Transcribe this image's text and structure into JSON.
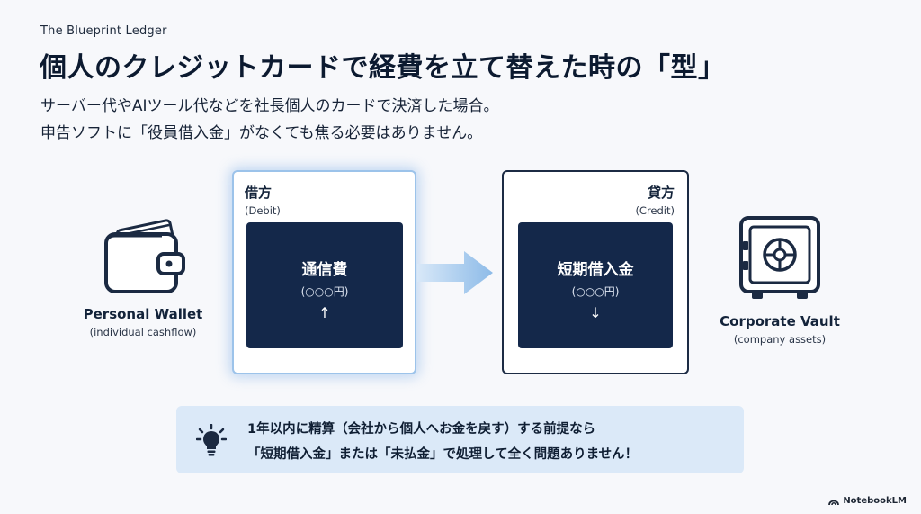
{
  "brand": "The Blueprint Ledger",
  "title": "個人のクレジットカードで経費を立て替えた時の「型」",
  "subtitle": {
    "line1": "サーバー代やAIツール代などを社長個人のカードで決済した場合。",
    "line2": "申告ソフトに「役員借入金」がなくても焦る必要はありません。"
  },
  "wallet": {
    "label": "Personal Wallet",
    "sub": "(individual cashflow)",
    "icon": "wallet-icon"
  },
  "vault": {
    "label": "Corporate Vault",
    "sub": "(company assets)",
    "icon": "safe-icon"
  },
  "debit": {
    "head": "借方",
    "sub": "(Debit)",
    "account": "通信費",
    "amount": "(○○○円)",
    "arrow": "↑"
  },
  "credit": {
    "head": "貸方",
    "sub": "(Credit)",
    "account": "短期借入金",
    "amount": "(○○○円)",
    "arrow": "↓"
  },
  "callout": {
    "icon": "lightbulb-icon",
    "line1": "1年以内に精算（会社から個人へお金を戻す）する前提なら",
    "line2": "「短期借入金」または「未払金」で処理して全く問題ありません！"
  },
  "footer": {
    "logo": "NotebookLM"
  },
  "colors": {
    "navy": "#14284a",
    "accent_light_blue": "#9cc3ea",
    "callout_bg": "#dbe9f8"
  }
}
